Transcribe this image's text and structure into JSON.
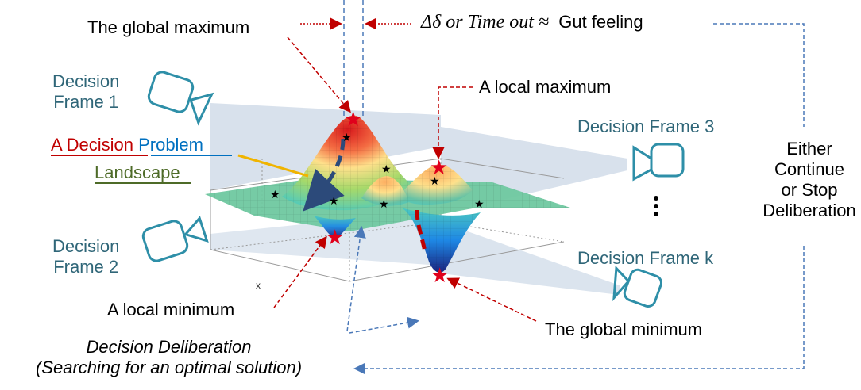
{
  "labels": {
    "global_max": "The global maximum",
    "local_max": "A local maximum",
    "local_min": "A local minimum",
    "global_min": "The global minimum",
    "frame1_line1": "Decision",
    "frame1_line2": "Frame 1",
    "frame2_line1": "Decision",
    "frame2_line2": "Frame 2",
    "frame3": "Decision Frame 3",
    "framek": "Decision Frame k",
    "landscape_part1": "A Decision",
    "landscape_part2": "Problem",
    "landscape_part3": "Landscape",
    "delta_expr": "Δδ or Time out ≈",
    "gut_feeling": "Gut feeling",
    "either_1": "Either",
    "either_2": "Continue",
    "either_3": "or Stop",
    "either_4": "Deliberation",
    "deliberation_1": "Decision Deliberation",
    "deliberation_2": "(Searching for an optimal solution)",
    "axis_tick": "x"
  },
  "colors": {
    "teal_text": "#2f6678",
    "red_arrow": "#c00000",
    "blue_dash": "#4a78b8",
    "landscape_red": "#c00000",
    "landscape_blue": "#0070c0",
    "landscape_green": "#4e6b28",
    "star_red": "#e0001b",
    "camera_stroke": "#2e8fa8",
    "plane": "#b8c9dd"
  },
  "icons": [
    "video-camera-icon",
    "red-star-icon",
    "black-star-icon",
    "vertical-ellipsis-icon"
  ]
}
